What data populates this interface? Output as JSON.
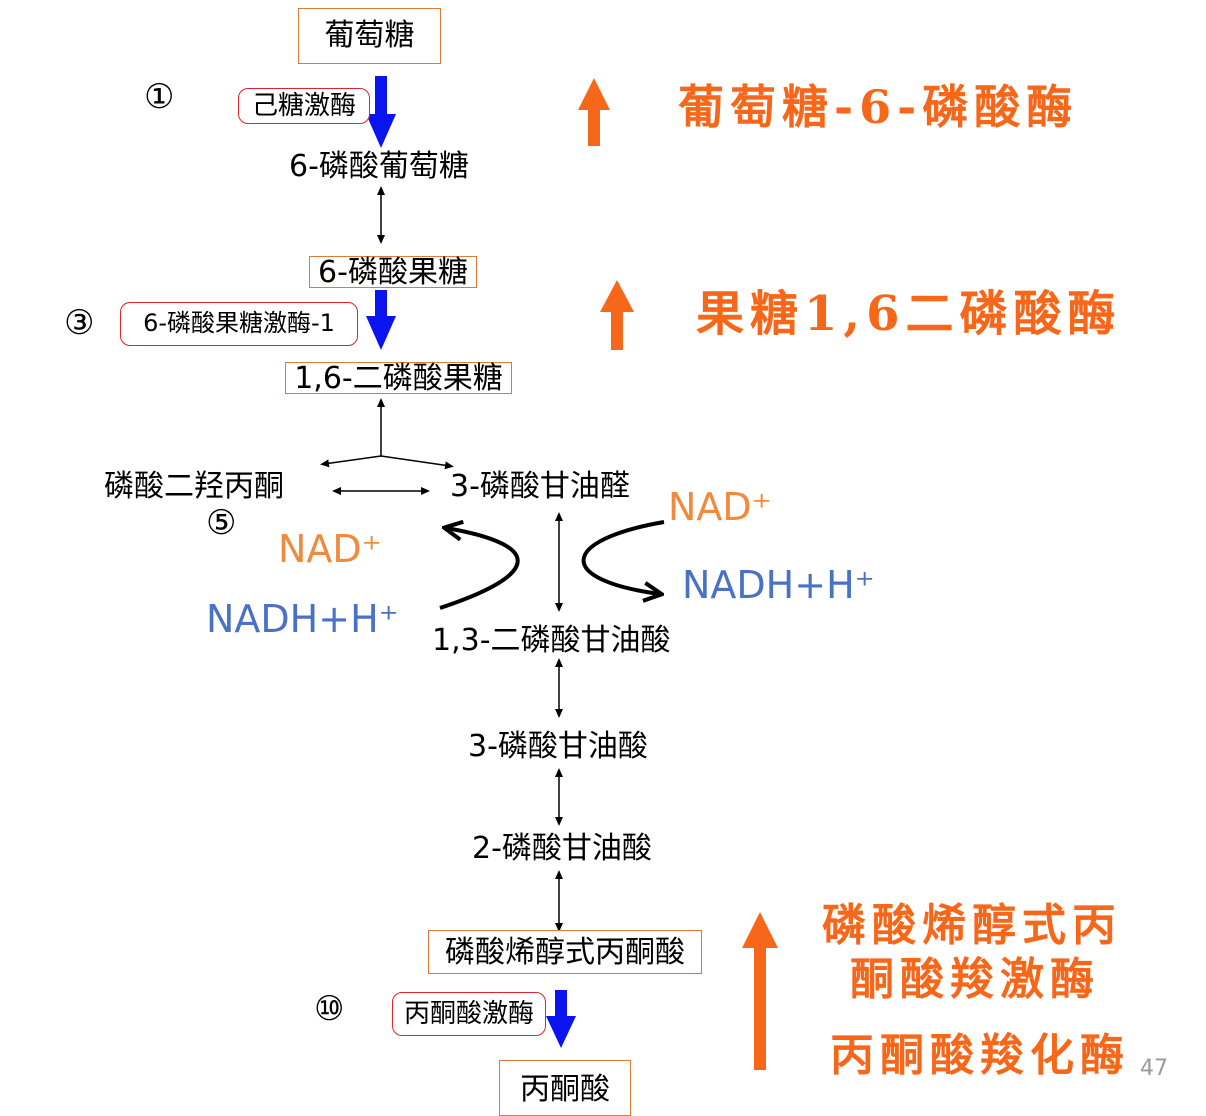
{
  "pathway": {
    "glucose": "葡萄糖",
    "g6p": "6-磷酸葡萄糖",
    "f6p": "6-磷酸果糖",
    "f16bp": "1,6-二磷酸果糖",
    "dhap": "磷酸二羟丙酮",
    "g3p": "3-磷酸甘油醛",
    "bpg13": "1,3-二磷酸甘油酸",
    "pg3": "3-磷酸甘油酸",
    "pg2": "2-磷酸甘油酸",
    "pep": "磷酸烯醇式丙酮酸",
    "pyruvate": "丙酮酸"
  },
  "enzymes": {
    "hexokinase": "己糖激酶",
    "pfk1": "6-磷酸果糖激酶-1",
    "pyruvate_kinase": "丙酮酸激酶"
  },
  "steps": {
    "s1": "①",
    "s3": "③",
    "s5": "⑤",
    "s10": "⑩"
  },
  "cofactors": {
    "left_nad": "NAD⁺",
    "left_nadh": "NADH+H⁺",
    "right_nad": "NAD⁺",
    "right_nadh": "NADH+H⁺"
  },
  "annotations": {
    "a1": "葡萄糖-6-磷酸酶",
    "a2": "果糖1,6二磷酸酶",
    "a3_line1": "磷酸烯醇式丙",
    "a3_line2": "酮酸羧激酶",
    "a4": "丙酮酸羧化酶"
  },
  "page_number": "47",
  "colors": {
    "arrow_blue": "#0a14f0",
    "arrow_orange": "#f7671a",
    "box_orange": "#e07a3a",
    "enzyme_red": "#e0242c",
    "nad_orange": "#f08a3c",
    "nadh_blue": "#4a72c4"
  }
}
